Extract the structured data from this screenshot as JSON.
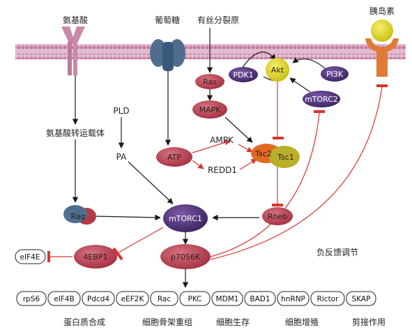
{
  "colors": {
    "membrane": "#d8aec0",
    "membrane_dot": "#c07c9b",
    "receptor_pink": "#c98aa9",
    "channel_blue": "#4f6e8f",
    "node_red": "#b23a4a",
    "node_purple": "#4a2e72",
    "akt_yellow": "#d9cf1b",
    "tsc2_orange": "#e06a22",
    "tsc1_olive": "#b9b02a",
    "rag_blue": "#4f6e8f",
    "insulin_yellow": "#e9da1c",
    "insulin_receptor": "#e07a35",
    "arrow_black": "#1a1a1a",
    "arrow_red": "#d9352e"
  },
  "labels": {
    "amino_acid": "氨基酸",
    "glucose": "葡萄糖",
    "mitogen": "有丝分裂原",
    "insulin": "胰岛素",
    "aa_transporter": "氨基酸转运载体",
    "pld": "PLD",
    "pa": "PA",
    "ampk": "AMPK",
    "redd1": "REDD1",
    "negative_feedback": "负反馈调节"
  },
  "nodes": {
    "ras": "Ras",
    "mapk": "MAPK",
    "pdk1": "PDK1",
    "akt": "Akt",
    "pi3k": "PI3K",
    "mtorc2": "mTORC2",
    "atp": "ATP",
    "tsc2": "Tsc2",
    "tsc1": "Tsc1",
    "rag": "Rag",
    "mtorc1": "mTORC1",
    "rheb": "Rheb",
    "ebp1": "4EBP1",
    "eif4e": "eIF4E",
    "p70s6k": "p70S6K"
  },
  "targets": [
    "rpS6",
    "eIF4B",
    "Pdcd4",
    "eEF2K",
    "Rac",
    "PKC",
    "MDM1",
    "BAD1",
    "hnRNP",
    "Rictor",
    "SKAP"
  ],
  "functions": [
    "蛋白质合成",
    "细胞骨架重组",
    "细胞生存",
    "细胞增殖",
    "剪接作用"
  ]
}
